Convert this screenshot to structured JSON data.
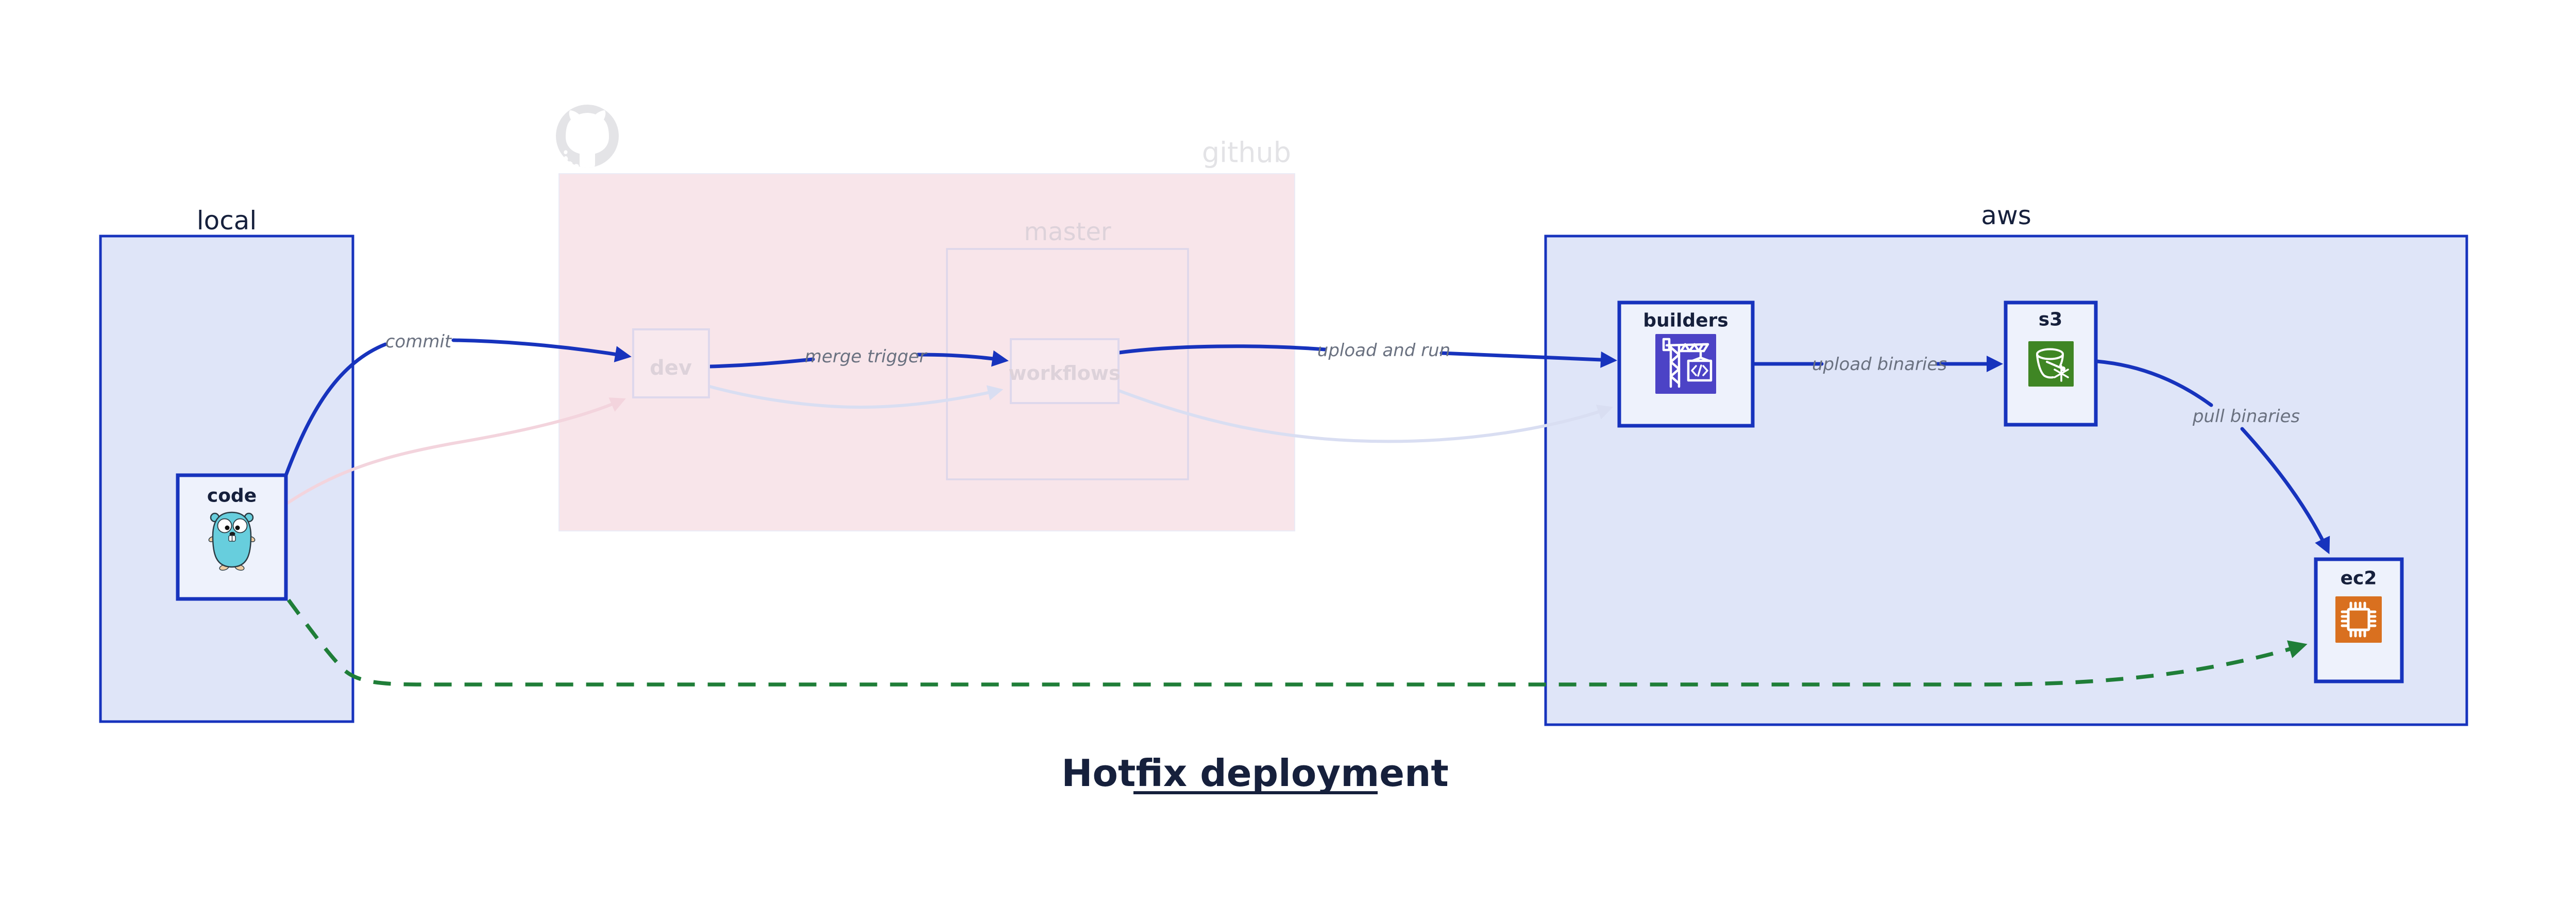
{
  "diagram": {
    "title": "Hotfix deployment"
  },
  "containers": {
    "local": {
      "label": "local"
    },
    "github": {
      "label": "github",
      "logo": "github-octocat-icon",
      "master": {
        "label": "master"
      }
    },
    "aws": {
      "label": "aws"
    }
  },
  "nodes": {
    "code": {
      "label": "code",
      "icon": "go-gopher-icon"
    },
    "dev": {
      "label": "dev"
    },
    "workflows": {
      "label": "workflows"
    },
    "builders": {
      "label": "builders",
      "icon": "aws-codebuild-crane-icon"
    },
    "s3": {
      "label": "s3",
      "icon": "aws-s3-glacier-bucket-icon"
    },
    "ec2": {
      "label": "ec2",
      "icon": "aws-ec2-chip-icon"
    }
  },
  "edges": {
    "commit": {
      "label": "commit",
      "from": "code",
      "to": "dev",
      "style": "solid-blue"
    },
    "merge_trigger": {
      "label": "merge trigger",
      "from": "dev",
      "to": "workflows",
      "style": "solid-blue"
    },
    "upload_and_run": {
      "label": "upload and run",
      "from": "workflows",
      "to": "builders",
      "style": "solid-blue"
    },
    "upload_binaries": {
      "label": "upload binaries",
      "from": "builders",
      "to": "s3",
      "style": "solid-blue"
    },
    "pull_binaries": {
      "label": "pull binaries",
      "from": "s3",
      "to": "ec2",
      "style": "solid-blue"
    },
    "hotfix_path": {
      "label": "",
      "from": "code",
      "to": "ec2",
      "style": "dashed-green"
    },
    "faded_code_to_dev": {
      "label": "",
      "from": "code",
      "to": "dev",
      "style": "faded-pink"
    },
    "faded_dev_to_workflows": {
      "label": "",
      "from": "dev",
      "to": "workflows",
      "style": "faded-lavender"
    },
    "faded_workflows_to_builders": {
      "label": "",
      "from": "workflows",
      "to": "builders",
      "style": "faded-lavender"
    }
  },
  "colors": {
    "accent_blue": "#1733bd",
    "container_fill": "#dfe5f8",
    "node_fill": "#eef2fc",
    "github_fill": "#f8e5ea",
    "github_border": "#ebebf6",
    "master_border": "#ddd7ea",
    "faded_node_border": "#ded8ec",
    "faded_node_fill": "#f8e9ee",
    "faded_text": "#ddd2da",
    "github_text": "#e3e3e6",
    "octocat_gray": "#e4e4e7",
    "dark_text": "#16203c",
    "edge_label_gray": "#6a7180",
    "faded_pink_edge": "#f3d4dd",
    "faded_lavender_edge": "#d9def2",
    "green_edge": "#1f7e38",
    "gopher_teal": "#67cedd",
    "gopher_outline": "#2b3b43",
    "gopher_skin": "#efcda3",
    "codebuild_indigo": "#4c43c6",
    "s3_green": "#3f8624",
    "ec2_orange": "#d9701f"
  }
}
